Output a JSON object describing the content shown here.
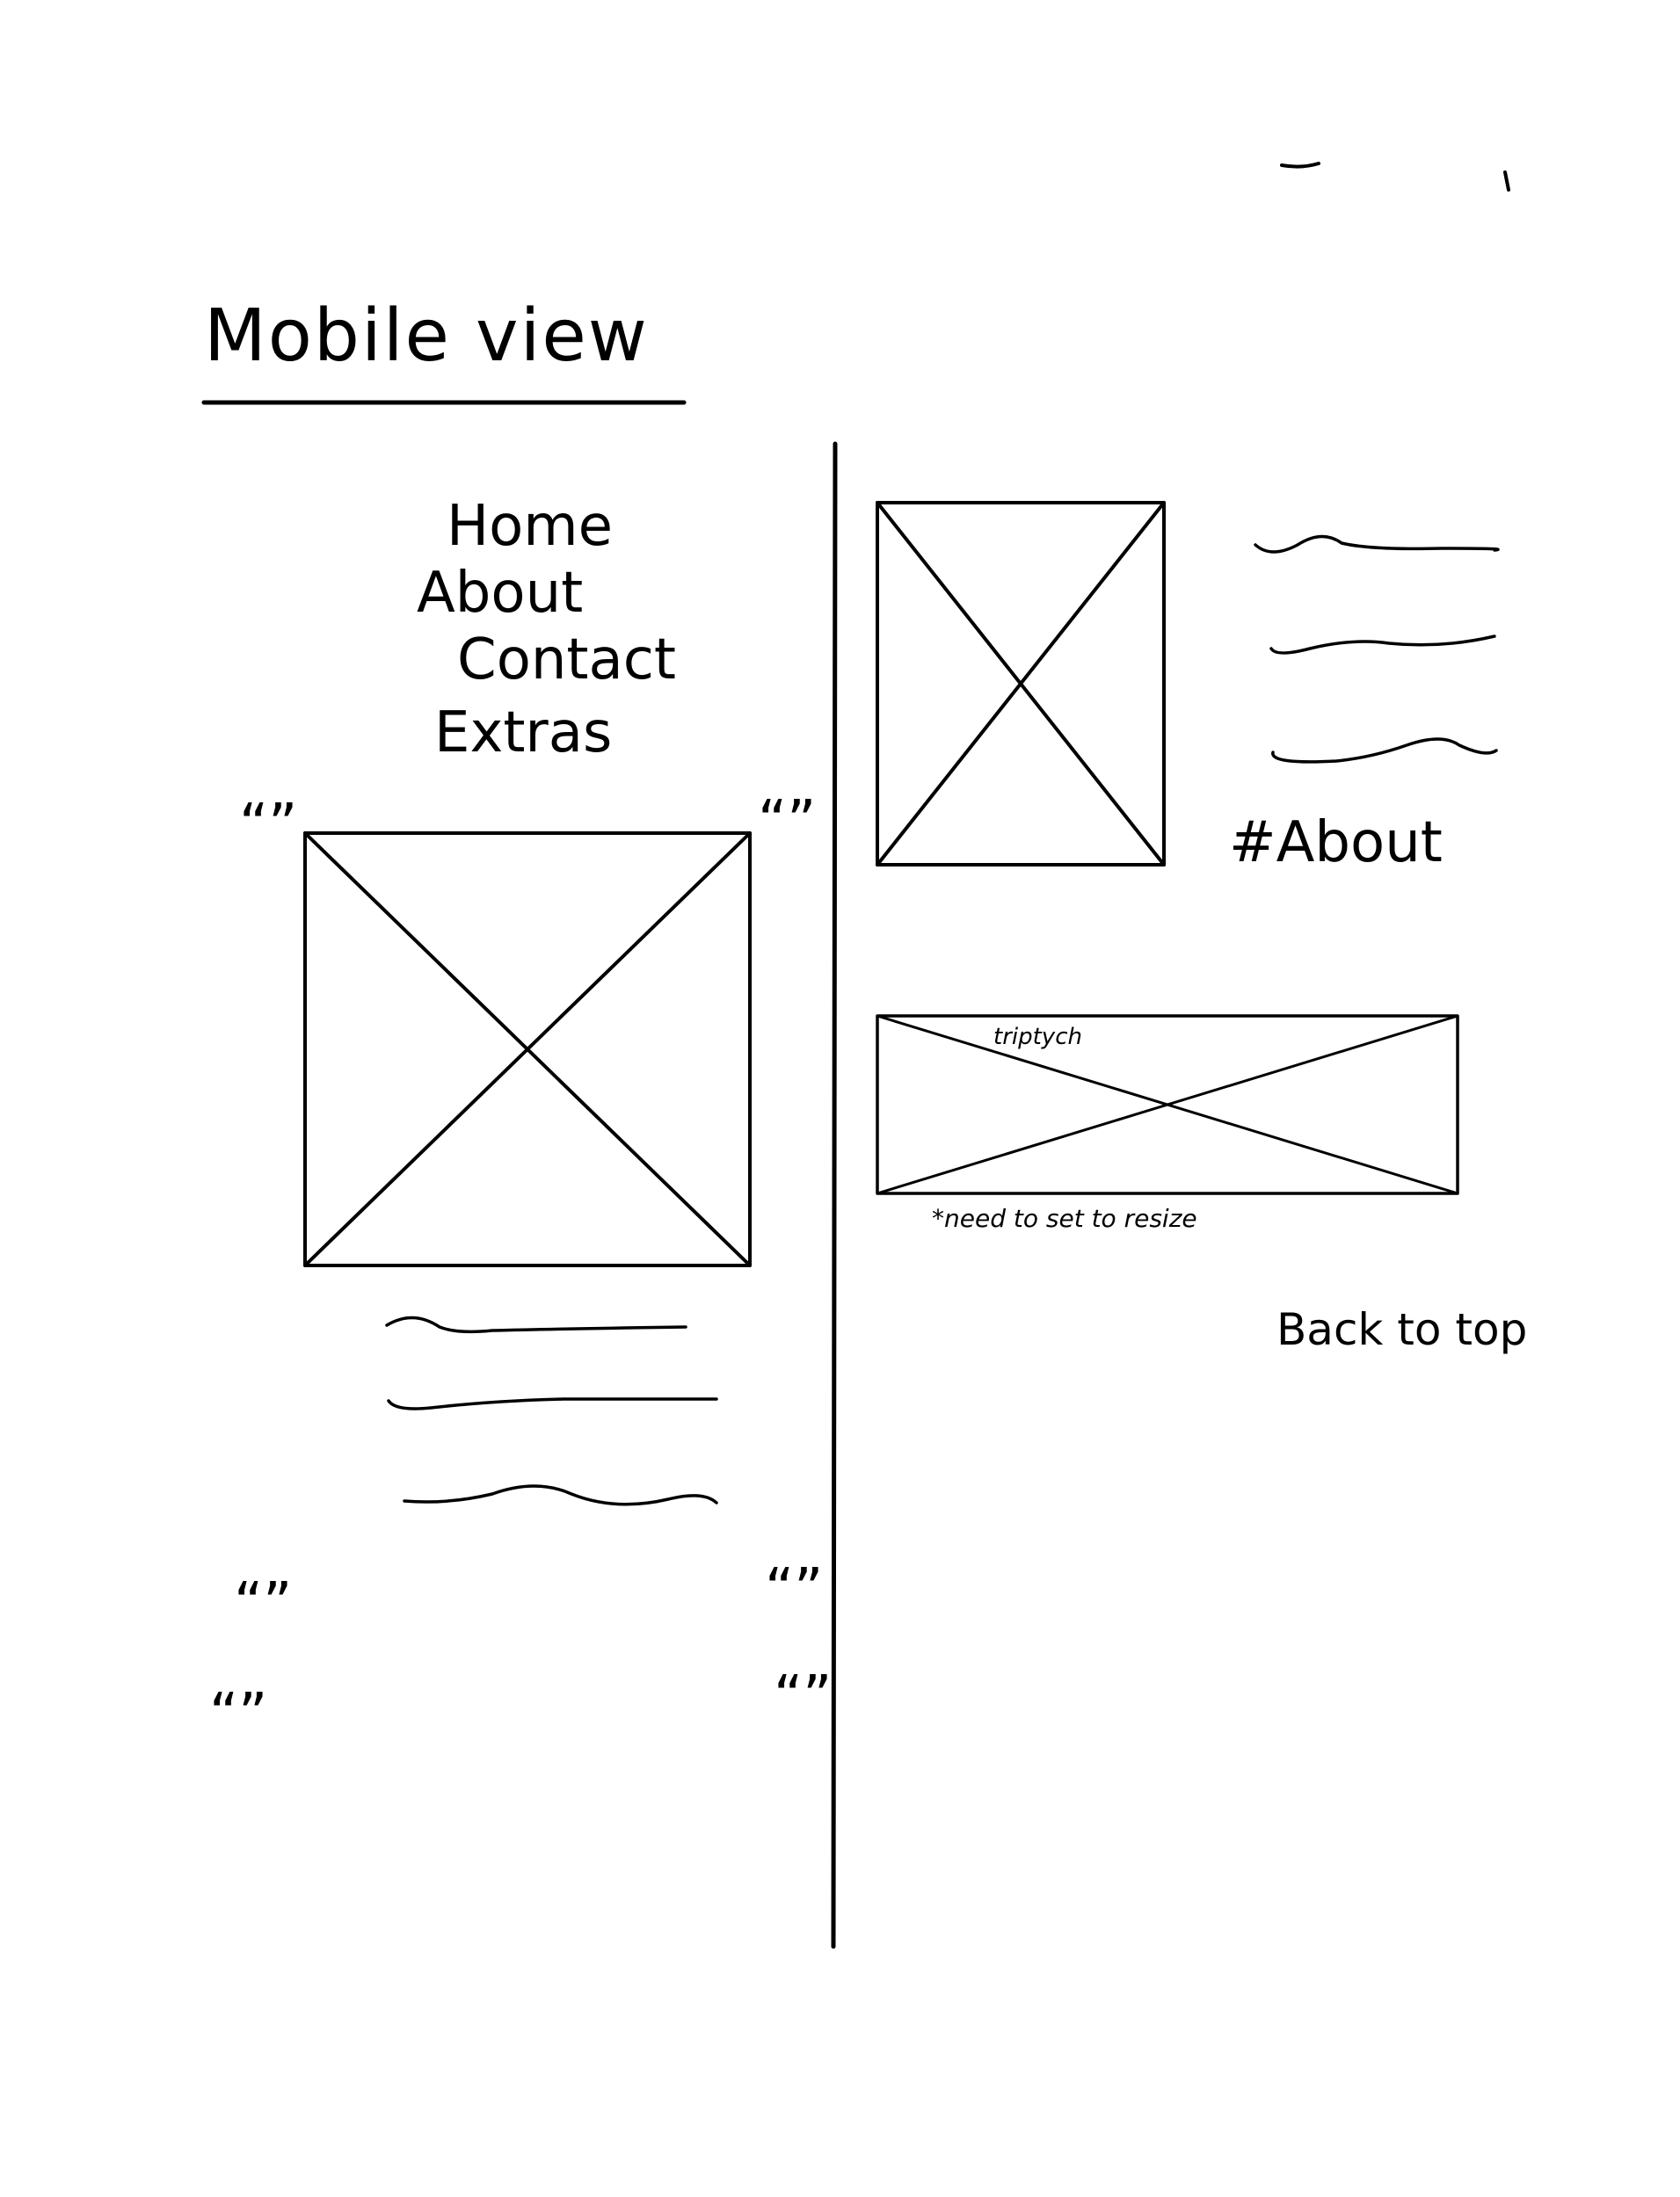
{
  "title": "Mobile view",
  "nav": {
    "items": [
      {
        "label": "Home"
      },
      {
        "label": "About"
      },
      {
        "label": "Contact"
      },
      {
        "label": "Extras"
      }
    ]
  },
  "about": {
    "heading": "#About"
  },
  "gallery": {
    "label": "triptych",
    "note": "*need to set to resize"
  },
  "footer": {
    "back_to_top": "Back to top"
  },
  "marks": {
    "quote": "“”"
  }
}
